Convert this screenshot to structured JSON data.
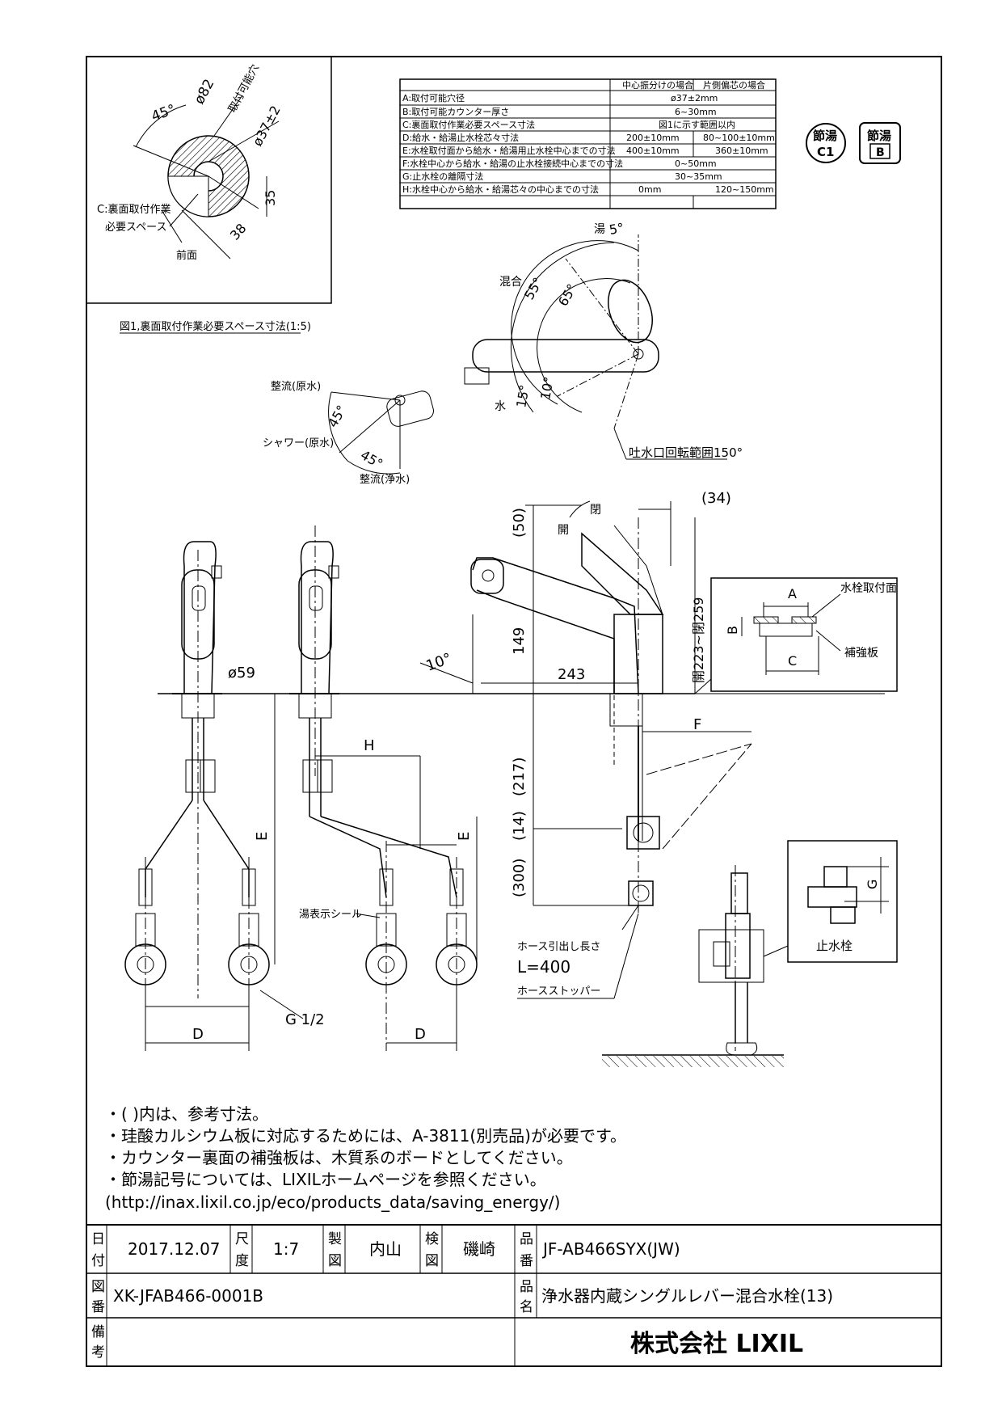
{
  "detail_figure": {
    "diameter_outer": "ø82",
    "hole_label": "取付可能穴",
    "hole_diameter": "ø37±2",
    "angle": "45°",
    "dim_35": "35",
    "dim_38": "38",
    "space_label_1": "C:裏面取付作業",
    "space_label_2": "必要スペース",
    "front_label": "前面",
    "caption": "図1,裏面取付作業必要スペース寸法(1:5)"
  },
  "spec_table": {
    "headers": [
      "中心振分けの場合",
      "片側偏芯の場合"
    ],
    "rows": [
      {
        "label": "A:取付可能穴径",
        "merged": "ø37±2mm"
      },
      {
        "label": "B:取付可能カウンター厚さ",
        "merged": "6~30mm"
      },
      {
        "label": "C:裏面取付作業必要スペース寸法",
        "merged": "図1に示す範囲以内"
      },
      {
        "label": "D:給水・給湯止水栓芯々寸法",
        "v1": "200±10mm",
        "v2": "80~100±10mm"
      },
      {
        "label": "E:水栓取付面から給水・給湯用止水栓中心までの寸法",
        "v1": "400±10mm",
        "v2": "360±10mm"
      },
      {
        "label": "F:水栓中心から給水・給湯の止水栓接続中心までの寸法",
        "merged": "0~50mm"
      },
      {
        "label": "G:止水栓の離隔寸法",
        "merged": "30~35mm"
      },
      {
        "label": "H:水栓中心から給水・給湯芯々の中心までの寸法",
        "v1": "0mm",
        "v2": "120~150mm"
      }
    ]
  },
  "badges": {
    "c1_top": "節湯",
    "c1_bottom": "C1",
    "b_top": "節湯",
    "b_bottom": "B"
  },
  "top_view": {
    "hot": "湯",
    "angle_5": "5°",
    "mix": "混合",
    "angle_55": "55°",
    "angle_65": "65°",
    "water": "水",
    "angle_15": "15°",
    "angle_10": "10°",
    "rotation": "吐水口回転範囲150°"
  },
  "spray_view": {
    "flow_raw": "整流(原水)",
    "shower_raw": "シャワー(原水)",
    "flow_pure": "整流(浄水)",
    "angle_a": "45°",
    "angle_b": "45°"
  },
  "elevation": {
    "open_1": "閉",
    "open_2": "開",
    "dim_50": "(50)",
    "dim_34": "(34)",
    "dim_259": "開223~閉259",
    "dim_149": "149",
    "dim_10deg": "10°",
    "dim_243": "243",
    "dim_59": "ø59",
    "dim_217": "(217)",
    "dim_14": "(14)",
    "dim_300": "(300)",
    "label_H": "H",
    "label_E1": "E",
    "label_E2": "E",
    "label_F": "F",
    "label_G": "G",
    "label_D1": "D",
    "label_D2": "D",
    "g_half": "G 1/2",
    "hot_seal": "湯表示シール",
    "hose_len_1": "ホース引出し長さ",
    "hose_len_2": "L=400",
    "hose_stopper": "ホースストッパー",
    "stop_valve": "止水栓"
  },
  "mount_detail": {
    "mount_surface": "水栓取付面",
    "reinforce": "補強板",
    "A": "A",
    "B": "B",
    "C": "C"
  },
  "notes": [
    "・(  )内は、参考寸法。",
    "・珪酸カルシウム板に対応するためには、A-3811(別売品)が必要です。",
    "・カウンター裏面の補強板は、木質系のボードとしてください。",
    "・節湯記号については、LIXILホームページを参照ください。",
    "(http://inax.lixil.co.jp/eco/products_data/saving_energy/)"
  ],
  "title_block": {
    "date_label_1": "日",
    "date_label_2": "付",
    "date": "2017.12.07",
    "scale_label_1": "尺",
    "scale_label_2": "度",
    "scale": "1:7",
    "drawn_label_1": "製",
    "drawn_label_2": "図",
    "drawn_by": "内山",
    "check_label_1": "検",
    "check_label_2": "図",
    "checked_by": "磯崎",
    "part_label_1": "品",
    "part_label_2": "番",
    "part_no": "JF-AB466SYX(JW)",
    "drawing_label_1": "図",
    "drawing_label_2": "番",
    "drawing_no": "XK-JFAB466-0001B",
    "name_label_1": "品",
    "name_label_2": "名",
    "product_name": "浄水器内蔵シングルレバー混合水栓(13)",
    "remarks_label_1": "備",
    "remarks_label_2": "考",
    "company": "株式会社 LIXIL"
  }
}
